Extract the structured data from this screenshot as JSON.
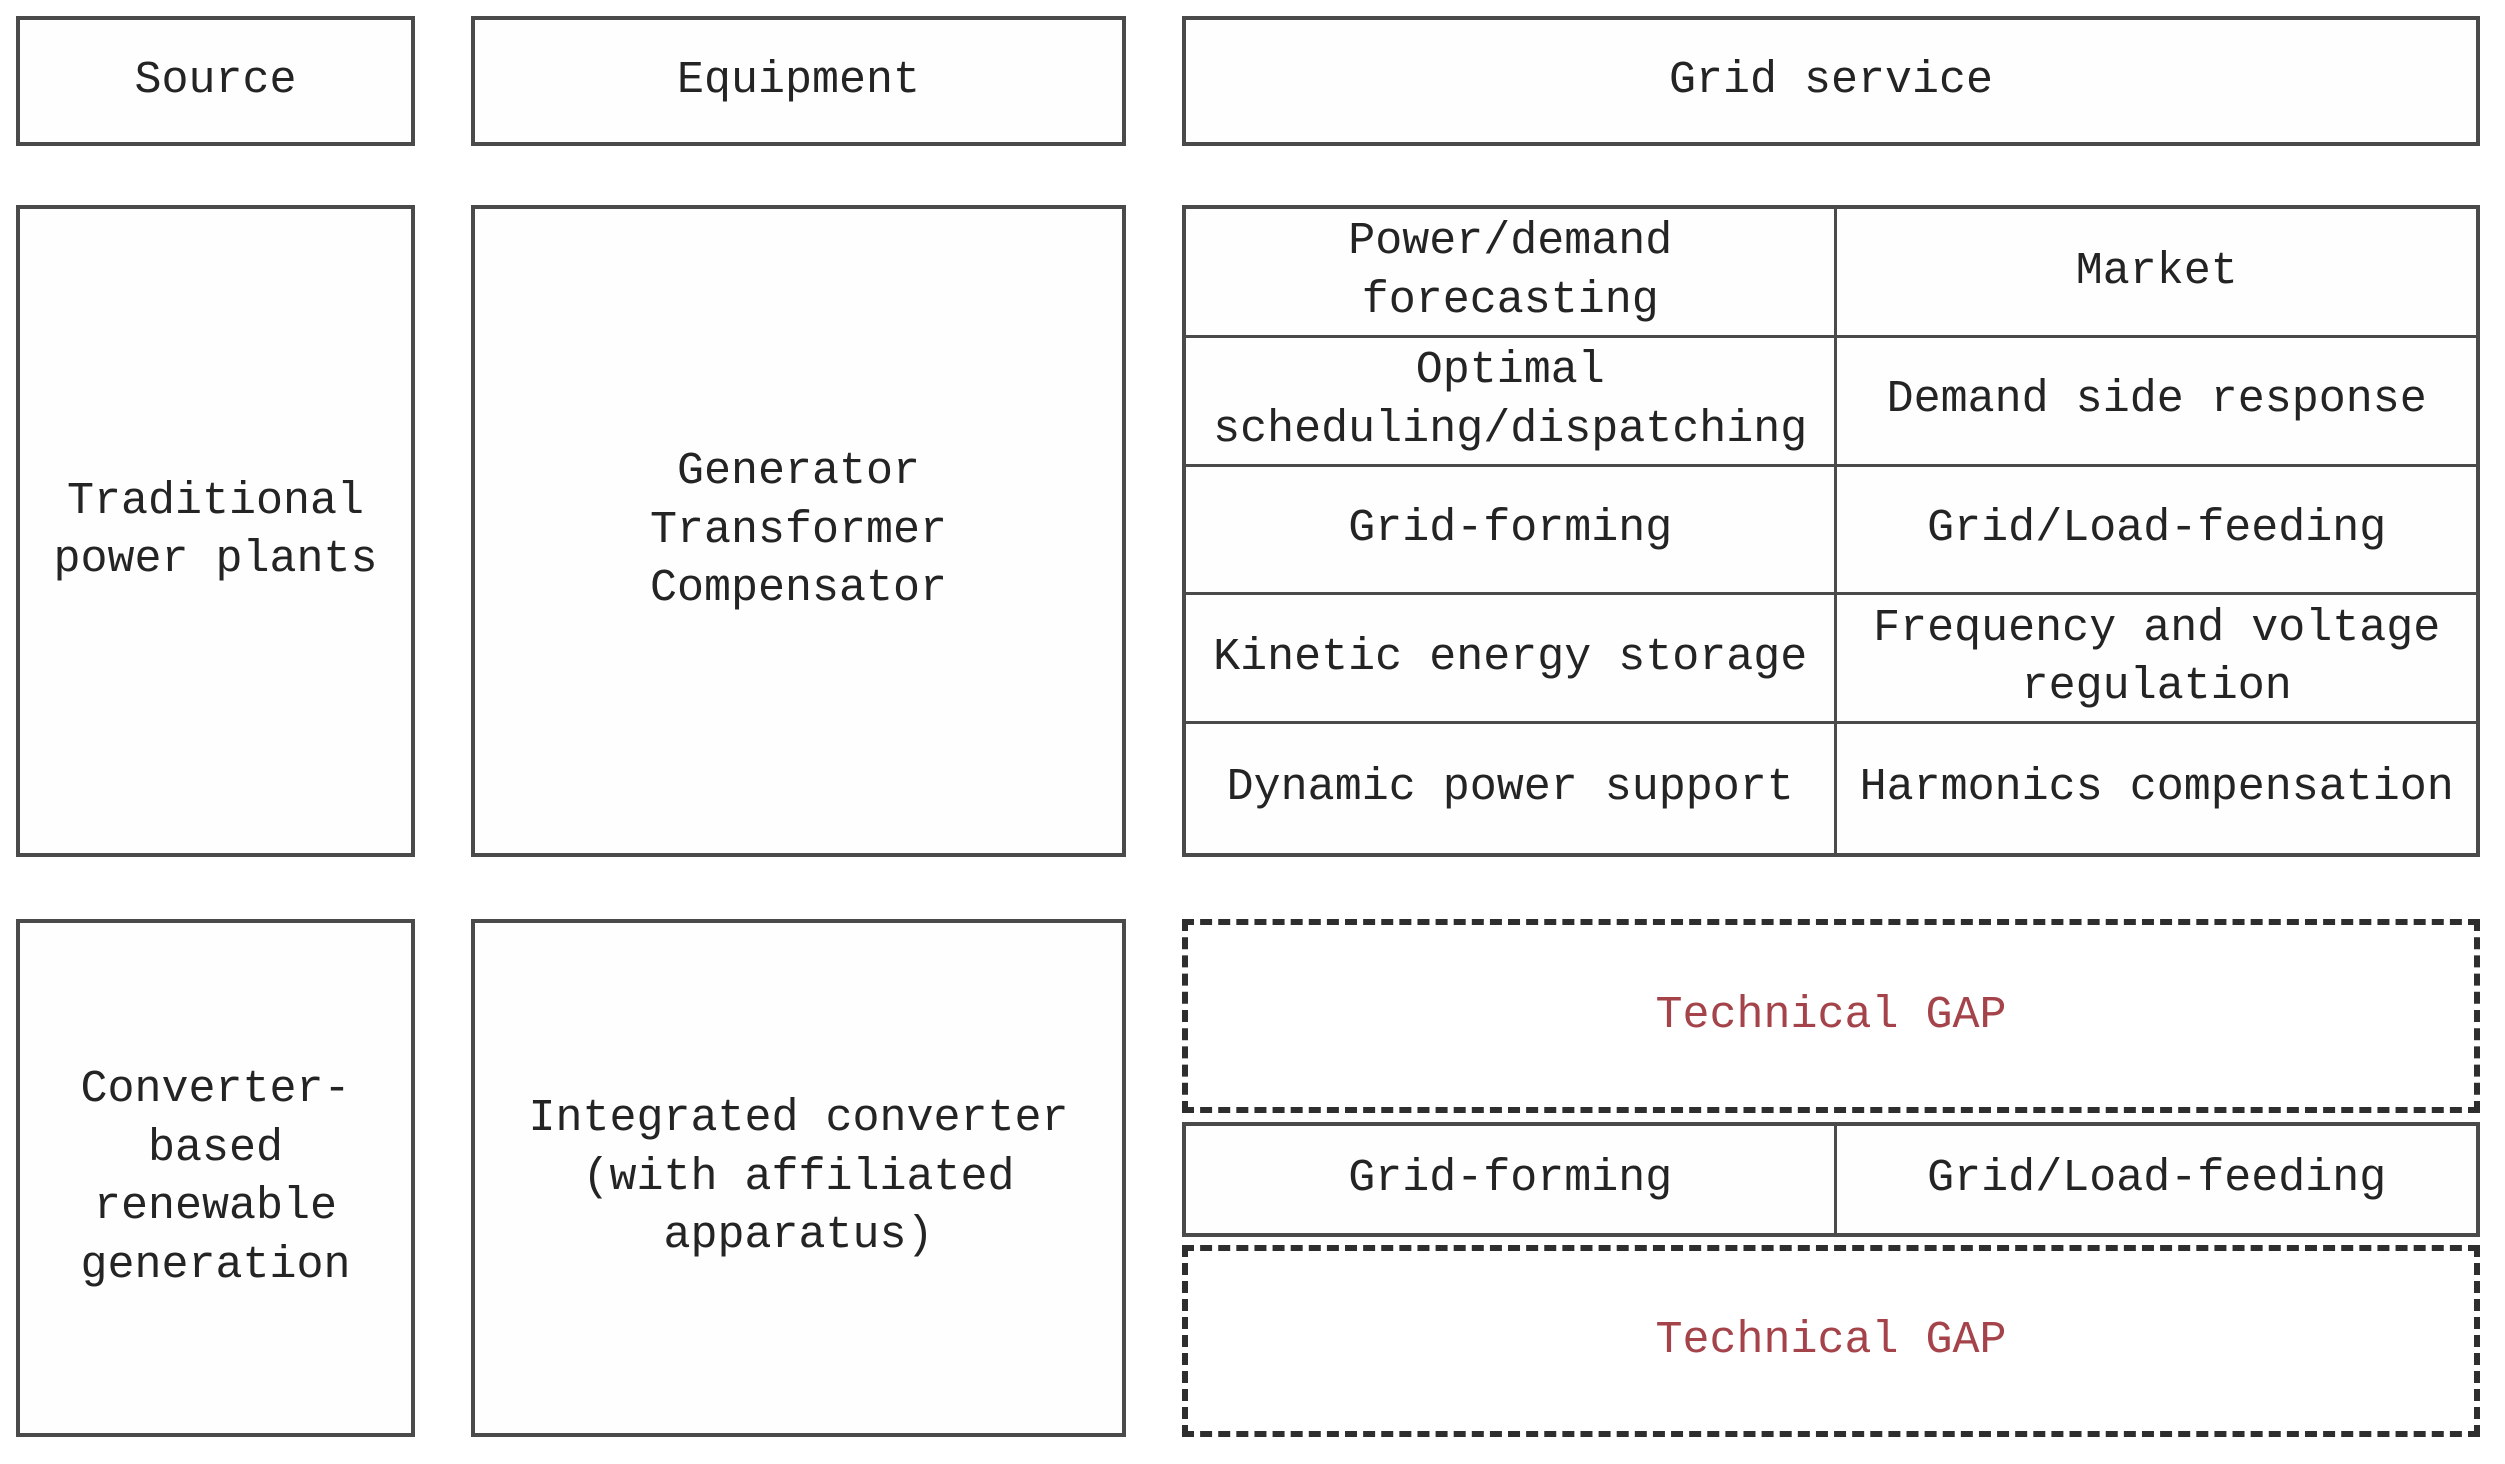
{
  "palette": {
    "background": "#ffffff",
    "box_fill": "#fefefe",
    "border_color": "#4a4a4a",
    "dash_border_color": "#2e2e2e",
    "text_color": "#242424",
    "gap_text_color": "#a5434a"
  },
  "headers": {
    "source": "Source",
    "equipment": "Equipment",
    "grid_service": "Grid service"
  },
  "traditional_row": {
    "source": "Traditional\npower plants",
    "equipment": "Generator\nTransformer\nCompensator",
    "grid_services": [
      [
        "Power/demand\nforecasting",
        "Market"
      ],
      [
        "Optimal\nscheduling/dispatching",
        "Demand side response"
      ],
      [
        "Grid-forming",
        "Grid/Load-feeding"
      ],
      [
        "Kinetic energy storage",
        "Frequency and voltage\nregulation"
      ],
      [
        "Dynamic power support",
        "Harmonics compensation"
      ]
    ]
  },
  "converter_row": {
    "source": "Converter-\nbased\nrenewable\ngeneration",
    "equipment": "Integrated converter\n(with affiliated\napparatus)",
    "technical_gap_top": "Technical GAP",
    "grid_services": [
      "Grid-forming",
      "Grid/Load-feeding"
    ],
    "technical_gap_bottom": "Technical GAP"
  }
}
